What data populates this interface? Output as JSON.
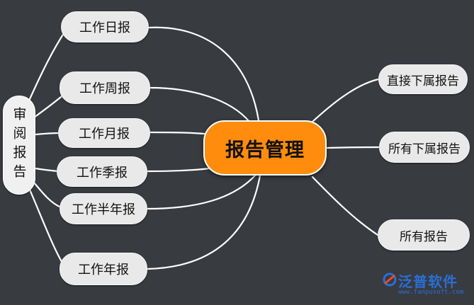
{
  "center": {
    "label": "报告管理"
  },
  "review": {
    "label": "审阅报告"
  },
  "left_nodes": [
    {
      "label": "工作日报"
    },
    {
      "label": "工作周报"
    },
    {
      "label": "工作月报"
    },
    {
      "label": "工作季报"
    },
    {
      "label": "工作半年报"
    },
    {
      "label": "工作年报"
    }
  ],
  "right_nodes": [
    {
      "label": "直接下属报告"
    },
    {
      "label": "所有下属报告"
    },
    {
      "label": "所有报告"
    }
  ],
  "logo": {
    "name": "泛普软件",
    "url": "www.fanpusoft.com"
  },
  "colors": {
    "background": "#383b40",
    "center": "#ff8c0d",
    "node": "#e9e9e9",
    "line": "#ffffff",
    "logo": "#2a6fd6"
  }
}
